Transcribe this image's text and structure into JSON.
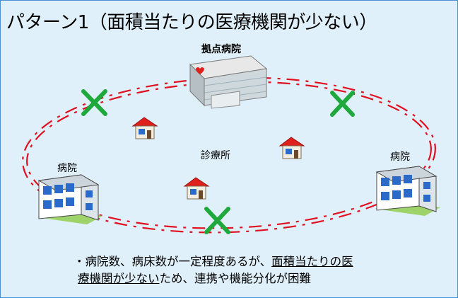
{
  "title": "パターン1（面積当たりの医療機関が少ない）",
  "labels": {
    "center_hospital": "拠点病院",
    "clinic": "診療所",
    "hospital_left": "病院",
    "hospital_right": "病院"
  },
  "note": {
    "bullet": "・",
    "line1_plain": "病院数、病床数が一定程度あるが、",
    "line1_underlined": "面積当たりの医",
    "line2_underlined": "療機関が少ない",
    "line2_plain": "ため、連携や機能分化が困難"
  },
  "colors": {
    "background": "#dff0fa",
    "border": "#4a8fd0",
    "ellipse_line": "#e01020",
    "cross_mark": "#1fa83c",
    "house_roof": "#e0201c",
    "hospital_window": "#2a6acb"
  },
  "icons": [
    "cross-mark-icon",
    "house-icon",
    "hospital-building-icon"
  ]
}
